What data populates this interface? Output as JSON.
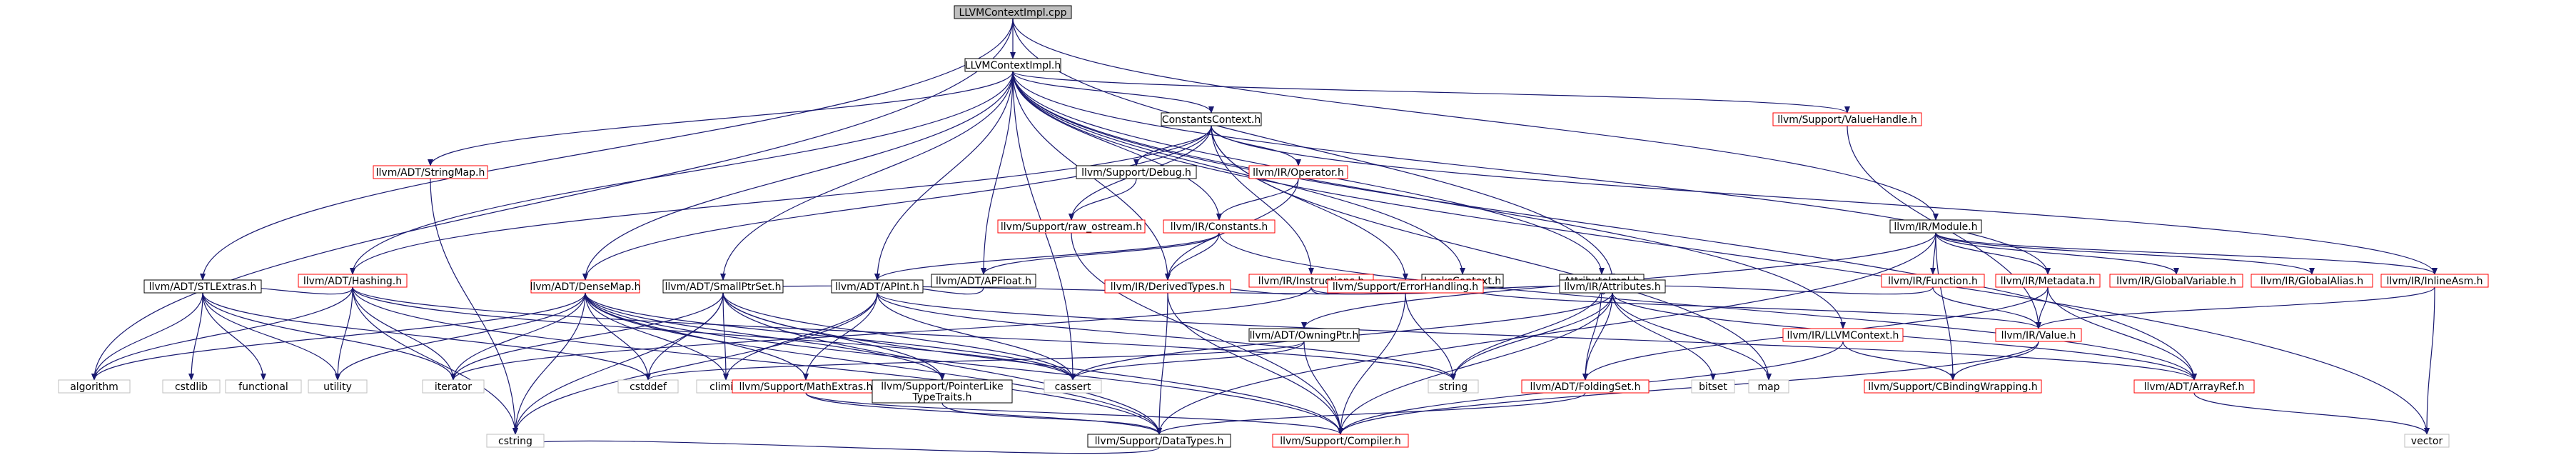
{
  "graph": {
    "colors": {
      "node_border_black": "#000000",
      "node_border_red": "#ff0000",
      "node_border_gray": "#bfbfbf",
      "root_fill": "#bfbfbf",
      "edge": "#191970",
      "text": "#000000"
    },
    "nodes": [
      {
        "id": "root",
        "label": "LLVMContextImpl.cpp",
        "style": "root"
      },
      {
        "id": "impl_h",
        "label": "LLVMContextImpl.h",
        "style": "black"
      },
      {
        "id": "constants_ctx",
        "label": "ConstantsContext.h",
        "style": "black"
      },
      {
        "id": "valuehandle",
        "label": "llvm/Support/ValueHandle.h",
        "style": "red"
      },
      {
        "id": "stringmap",
        "label": "llvm/ADT/StringMap.h",
        "style": "red"
      },
      {
        "id": "support_debug",
        "label": "llvm/Support/Debug.h",
        "style": "black"
      },
      {
        "id": "operator_h",
        "label": "llvm/IR/Operator.h",
        "style": "red"
      },
      {
        "id": "raw_ostream",
        "label": "llvm/Support/raw_ostream.h",
        "style": "red"
      },
      {
        "id": "constants_h",
        "label": "llvm/IR/Constants.h",
        "style": "red"
      },
      {
        "id": "module_h",
        "label": "llvm/IR/Module.h",
        "style": "black"
      },
      {
        "id": "hashing",
        "label": "llvm/ADT/Hashing.h",
        "style": "red"
      },
      {
        "id": "apfloat",
        "label": "llvm/ADT/APFloat.h",
        "style": "black"
      },
      {
        "id": "instructions",
        "label": "llvm/IR/Instructions.h",
        "style": "red"
      },
      {
        "id": "leakscontext",
        "label": "LeaksContext.h",
        "style": "black"
      },
      {
        "id": "attributeimpl",
        "label": "AttributeImpl.h",
        "style": "black"
      },
      {
        "id": "function_h",
        "label": "llvm/IR/Function.h",
        "style": "red"
      },
      {
        "id": "metadata_h",
        "label": "llvm/IR/Metadata.h",
        "style": "red"
      },
      {
        "id": "globalvariable",
        "label": "llvm/IR/GlobalVariable.h",
        "style": "red"
      },
      {
        "id": "globalalias",
        "label": "llvm/IR/GlobalAlias.h",
        "style": "red"
      },
      {
        "id": "inlineasm",
        "label": "llvm/IR/InlineAsm.h",
        "style": "red"
      },
      {
        "id": "stlextras",
        "label": "llvm/ADT/STLExtras.h",
        "style": "black"
      },
      {
        "id": "densemap",
        "label": "llvm/ADT/DenseMap.h",
        "style": "red"
      },
      {
        "id": "smallptrset",
        "label": "llvm/ADT/SmallPtrSet.h",
        "style": "black"
      },
      {
        "id": "apint",
        "label": "llvm/ADT/APInt.h",
        "style": "black"
      },
      {
        "id": "derivedtypes",
        "label": "llvm/IR/DerivedTypes.h",
        "style": "red"
      },
      {
        "id": "owningptr",
        "label": "llvm/ADT/OwningPtr.h",
        "style": "black"
      },
      {
        "id": "errorhandling",
        "label": "llvm/Support/ErrorHandling.h",
        "style": "red"
      },
      {
        "id": "attributes_h",
        "label": "llvm/IR/Attributes.h",
        "style": "black"
      },
      {
        "id": "llvmcontext_h",
        "label": "llvm/IR/LLVMContext.h",
        "style": "red"
      },
      {
        "id": "value_h",
        "label": "llvm/IR/Value.h",
        "style": "red"
      },
      {
        "id": "algorithm",
        "label": "algorithm",
        "style": "gray"
      },
      {
        "id": "cstdlib",
        "label": "cstdlib",
        "style": "gray"
      },
      {
        "id": "functional",
        "label": "functional",
        "style": "gray"
      },
      {
        "id": "utility",
        "label": "utility",
        "style": "gray"
      },
      {
        "id": "iterator",
        "label": "iterator",
        "style": "gray"
      },
      {
        "id": "cstddef",
        "label": "cstddef",
        "style": "gray"
      },
      {
        "id": "climits",
        "label": "climits",
        "style": "gray"
      },
      {
        "id": "mathextras",
        "label": "llvm/Support/MathExtras.h",
        "style": "red"
      },
      {
        "id": "pointerlike",
        "label": "llvm/Support/PointerLike\nTypeTraits.h",
        "style": "black"
      },
      {
        "id": "cassert",
        "label": "cassert",
        "style": "gray"
      },
      {
        "id": "string",
        "label": "string",
        "style": "gray"
      },
      {
        "id": "foldingset",
        "label": "llvm/ADT/FoldingSet.h",
        "style": "red"
      },
      {
        "id": "bitset",
        "label": "bitset",
        "style": "gray"
      },
      {
        "id": "map",
        "label": "map",
        "style": "gray"
      },
      {
        "id": "cbinding",
        "label": "llvm/Support/CBindingWrapping.h",
        "style": "red"
      },
      {
        "id": "arrayref",
        "label": "llvm/ADT/ArrayRef.h",
        "style": "red"
      },
      {
        "id": "cstring",
        "label": "cstring",
        "style": "gray"
      },
      {
        "id": "datatypes",
        "label": "llvm/Support/DataTypes.h",
        "style": "black"
      },
      {
        "id": "compiler",
        "label": "llvm/Support/Compiler.h",
        "style": "red"
      },
      {
        "id": "vector",
        "label": "vector",
        "style": "gray"
      }
    ],
    "edges": [
      [
        "root",
        "impl_h"
      ],
      [
        "root",
        "algorithm"
      ],
      [
        "root",
        "stlextras"
      ],
      [
        "root",
        "attributes_h"
      ],
      [
        "root",
        "module_h"
      ],
      [
        "impl_h",
        "constants_ctx"
      ],
      [
        "impl_h",
        "valuehandle"
      ],
      [
        "impl_h",
        "stringmap"
      ],
      [
        "impl_h",
        "hashing"
      ],
      [
        "impl_h",
        "constants_h"
      ],
      [
        "impl_h",
        "apfloat"
      ],
      [
        "impl_h",
        "leakscontext"
      ],
      [
        "impl_h",
        "attributeimpl"
      ],
      [
        "impl_h",
        "metadata_h"
      ],
      [
        "impl_h",
        "densemap"
      ],
      [
        "impl_h",
        "smallptrset"
      ],
      [
        "impl_h",
        "apint"
      ],
      [
        "impl_h",
        "derivedtypes"
      ],
      [
        "impl_h",
        "llvmcontext_h"
      ],
      [
        "impl_h",
        "arrayref"
      ],
      [
        "impl_h",
        "vector"
      ],
      [
        "impl_h",
        "cassert"
      ],
      [
        "constants_ctx",
        "support_debug"
      ],
      [
        "constants_ctx",
        "operator_h"
      ],
      [
        "constants_ctx",
        "raw_ostream"
      ],
      [
        "constants_ctx",
        "hashing"
      ],
      [
        "constants_ctx",
        "instructions"
      ],
      [
        "constants_ctx",
        "inlineasm"
      ],
      [
        "constants_ctx",
        "densemap"
      ],
      [
        "constants_ctx",
        "map"
      ],
      [
        "constants_ctx",
        "errorhandling"
      ],
      [
        "support_debug",
        "raw_ostream"
      ],
      [
        "operator_h",
        "constants_h"
      ],
      [
        "operator_h",
        "derivedtypes"
      ],
      [
        "raw_ostream",
        "compiler"
      ],
      [
        "constants_h",
        "apfloat"
      ],
      [
        "constants_h",
        "apint"
      ],
      [
        "constants_h",
        "derivedtypes"
      ],
      [
        "constants_h",
        "arrayref"
      ],
      [
        "valuehandle",
        "value_h"
      ],
      [
        "stringmap",
        "cstring"
      ],
      [
        "hashing",
        "stlextras"
      ],
      [
        "hashing",
        "algorithm"
      ],
      [
        "hashing",
        "utility"
      ],
      [
        "hashing",
        "iterator"
      ],
      [
        "hashing",
        "cassert"
      ],
      [
        "hashing",
        "cstring"
      ],
      [
        "hashing",
        "datatypes"
      ],
      [
        "hashing",
        "string"
      ],
      [
        "apfloat",
        "apint"
      ],
      [
        "instructions",
        "derivedtypes"
      ],
      [
        "instructions",
        "errorhandling"
      ],
      [
        "instructions",
        "attributes_h"
      ],
      [
        "instructions",
        "iterator"
      ],
      [
        "leakscontext",
        "smallptrset"
      ],
      [
        "leakscontext",
        "value_h"
      ],
      [
        "attributeimpl",
        "attributes_h"
      ],
      [
        "attributeimpl",
        "foldingset"
      ],
      [
        "attributeimpl",
        "string"
      ],
      [
        "module_h",
        "function_h"
      ],
      [
        "module_h",
        "metadata_h"
      ],
      [
        "module_h",
        "globalvariable"
      ],
      [
        "module_h",
        "globalalias"
      ],
      [
        "module_h",
        "inlineasm"
      ],
      [
        "module_h",
        "owningptr"
      ],
      [
        "module_h",
        "cbinding"
      ],
      [
        "module_h",
        "datatypes"
      ],
      [
        "function_h",
        "attributes_h"
      ],
      [
        "function_h",
        "value_h"
      ],
      [
        "metadata_h",
        "value_h"
      ],
      [
        "metadata_h",
        "arrayref"
      ],
      [
        "metadata_h",
        "foldingset"
      ],
      [
        "inlineasm",
        "value_h"
      ],
      [
        "inlineasm",
        "vector"
      ],
      [
        "stlextras",
        "cstdlib"
      ],
      [
        "stlextras",
        "functional"
      ],
      [
        "stlextras",
        "utility"
      ],
      [
        "stlextras",
        "iterator"
      ],
      [
        "stlextras",
        "cstddef"
      ],
      [
        "stlextras",
        "algorithm"
      ],
      [
        "densemap",
        "algorithm"
      ],
      [
        "densemap",
        "iterator"
      ],
      [
        "densemap",
        "cstddef"
      ],
      [
        "densemap",
        "climits"
      ],
      [
        "densemap",
        "mathextras"
      ],
      [
        "densemap",
        "pointerlike"
      ],
      [
        "densemap",
        "cassert"
      ],
      [
        "densemap",
        "cstring"
      ],
      [
        "densemap",
        "utility"
      ],
      [
        "densemap",
        "datatypes"
      ],
      [
        "densemap",
        "compiler"
      ],
      [
        "smallptrset",
        "cstddef"
      ],
      [
        "smallptrset",
        "climits"
      ],
      [
        "smallptrset",
        "pointerlike"
      ],
      [
        "smallptrset",
        "cassert"
      ],
      [
        "smallptrset",
        "cstring"
      ],
      [
        "smallptrset",
        "iterator"
      ],
      [
        "smallptrset",
        "datatypes"
      ],
      [
        "smallptrset",
        "compiler"
      ],
      [
        "apint",
        "mathextras"
      ],
      [
        "apint",
        "arrayref"
      ],
      [
        "apint",
        "cassert"
      ],
      [
        "apint",
        "string"
      ],
      [
        "apint",
        "climits"
      ],
      [
        "apint",
        "cstring"
      ],
      [
        "derivedtypes",
        "datatypes"
      ],
      [
        "derivedtypes",
        "compiler"
      ],
      [
        "owningptr",
        "cassert"
      ],
      [
        "owningptr",
        "cstddef"
      ],
      [
        "owningptr",
        "compiler"
      ],
      [
        "errorhandling",
        "string"
      ],
      [
        "errorhandling",
        "compiler"
      ],
      [
        "attributes_h",
        "foldingset"
      ],
      [
        "attributes_h",
        "arrayref"
      ],
      [
        "attributes_h",
        "bitset"
      ],
      [
        "attributes_h",
        "map"
      ],
      [
        "attributes_h",
        "string"
      ],
      [
        "attributes_h",
        "cassert"
      ],
      [
        "attributes_h",
        "compiler"
      ],
      [
        "llvmcontext_h",
        "cbinding"
      ],
      [
        "llvmcontext_h",
        "compiler"
      ],
      [
        "value_h",
        "cbinding"
      ],
      [
        "value_h",
        "compiler"
      ],
      [
        "mathextras",
        "datatypes"
      ],
      [
        "mathextras",
        "compiler"
      ],
      [
        "pointerlike",
        "datatypes"
      ],
      [
        "foldingset",
        "datatypes"
      ],
      [
        "arrayref",
        "vector"
      ],
      [
        "datatypes",
        "cstring"
      ]
    ]
  }
}
